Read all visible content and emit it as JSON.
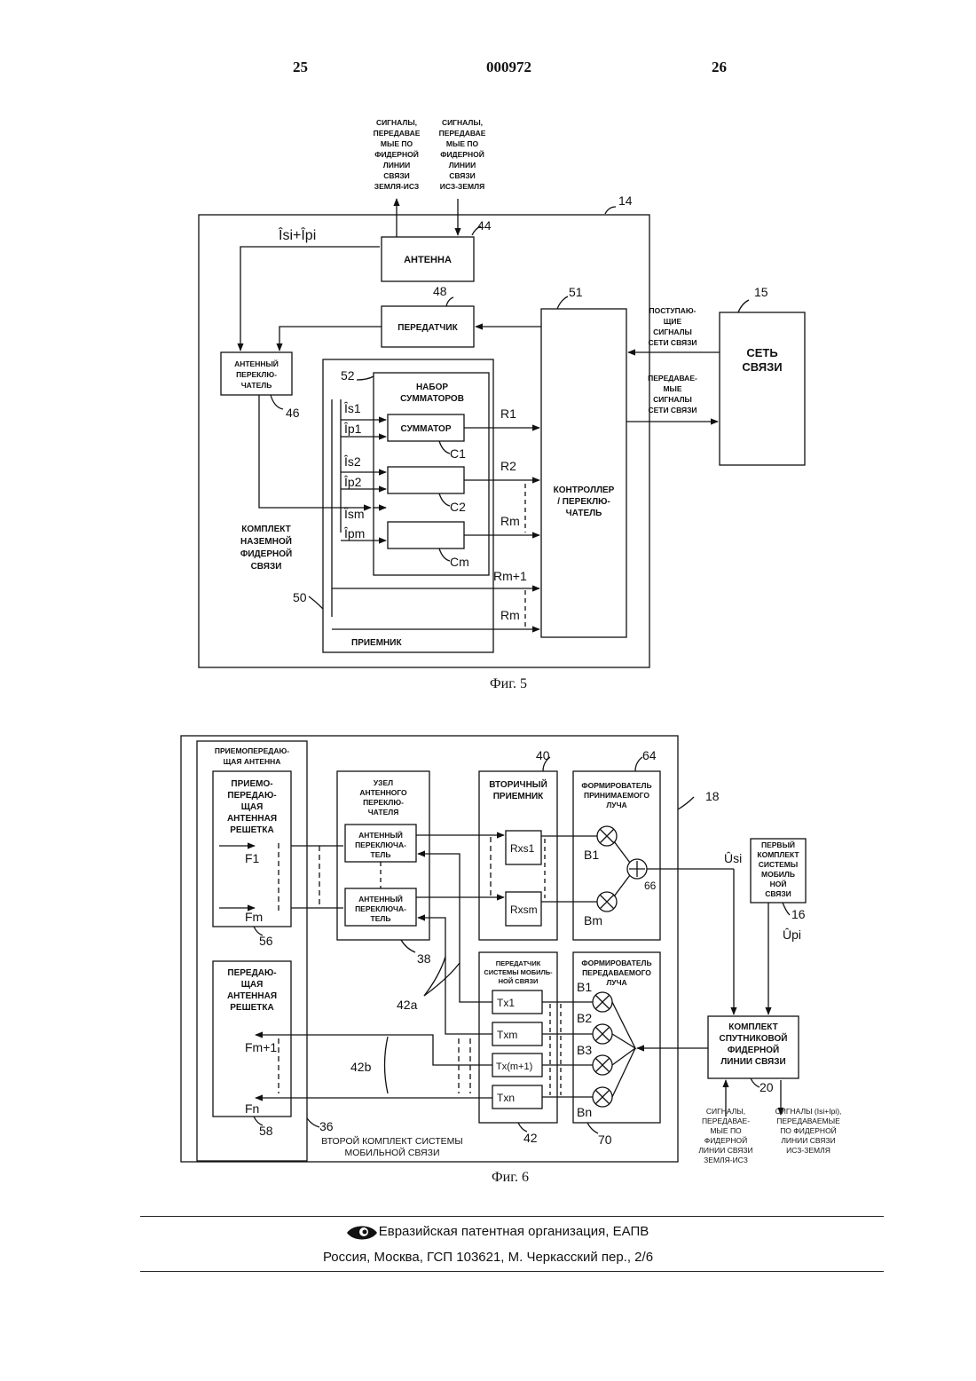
{
  "header": {
    "page_left": "25",
    "doc_number": "000972",
    "page_right": "26"
  },
  "fig5": {
    "caption": "Фиг. 5",
    "ref_14": "14",
    "ref_15": "15",
    "ref_44": "44",
    "ref_48": "48",
    "ref_51": "51",
    "ref_52": "52",
    "ref_46": "46",
    "ref_50": "50",
    "up_signals": [
      "СИГНАЛЫ,",
      "ПЕРЕДАВАЕ",
      "МЫЕ ПО",
      "ФИДЕРНОЙ",
      "ЛИНИИ",
      "СВЯЗИ",
      "ЗЕМЛЯ-ИСЗ"
    ],
    "down_signals": [
      "СИГНАЛЫ,",
      "ПЕРЕДАВАЕ",
      "МЫЕ ПО",
      "ФИДЕРНОЙ",
      "ЛИНИИ",
      "СВЯЗИ",
      "ИСЗ-ЗЕМЛЯ"
    ],
    "antenna": "АНТЕННА",
    "transmitter": "ПЕРЕДАТЧИК",
    "antenna_switch": [
      "АНТЕННЫЙ",
      "ПЕРЕКЛЮ-",
      "ЧАТЕЛЬ"
    ],
    "adder_set": [
      "НАБОР",
      "СУММАТОРОВ"
    ],
    "adder": "СУММАТОР",
    "controller": [
      "КОНТРОЛЛЕР",
      "/ ПЕРЕКЛЮ-",
      "ЧАТЕЛЬ"
    ],
    "network": [
      "СЕТЬ",
      "СВЯЗИ"
    ],
    "incoming": [
      "ПОСТУПАЮ-",
      "ЩИЕ",
      "СИГНАЛЫ",
      "СЕТИ СВЯЗИ"
    ],
    "outgoing": [
      "ПЕРЕДАВАЕ-",
      "МЫЕ",
      "СИГНАЛЫ",
      "СЕТИ СВЯЗИ"
    ],
    "ground_set": [
      "КОМПЛЕКТ",
      "НАЗЕМНОЙ",
      "ФИДЕРНОЙ",
      "СВЯЗИ"
    ],
    "receiver": "ПРИЕМНИК",
    "sum_label": "Îsi+Îpi",
    "inputs": [
      "Îs1",
      "Îp1",
      "Îs2",
      "Îp2",
      "Îsm",
      "Îpm"
    ],
    "c_labels": [
      "C1",
      "C2",
      "Cm"
    ],
    "r_labels": [
      "R1",
      "R2",
      "Rm",
      "Rm+1",
      "Rm"
    ]
  },
  "fig6": {
    "caption": "Фиг. 6",
    "ref_40": "40",
    "ref_64": "64",
    "ref_18": "18",
    "ref_16": "16",
    "ref_56": "56",
    "ref_38": "38",
    "ref_42a": "42a",
    "ref_42b": "42b",
    "ref_58": "58",
    "ref_36": "36",
    "ref_42": "42",
    "ref_70": "70",
    "ref_20": "20",
    "transceiver_antenna": [
      "ПРИЕМОПЕРЕДАЮ-",
      "ЩАЯ АНТЕННА"
    ],
    "trx_array": [
      "ПРИЕМО-",
      "ПЕРЕДАЮ-",
      "ЩАЯ",
      "АНТЕННАЯ",
      "РЕШЕТКА"
    ],
    "tx_array": [
      "ПЕРЕДАЮ-",
      "ЩАЯ",
      "АНТЕННАЯ",
      "РЕШЕТКА"
    ],
    "switch_node": [
      "УЗЕЛ",
      "АНТЕННОГО",
      "ПЕРЕКЛЮ-",
      "ЧАТЕЛЯ"
    ],
    "antenna_switch": [
      "АНТЕННЫЙ",
      "ПЕРЕКЛЮЧА-",
      "ТЕЛЬ"
    ],
    "secondary_receiver": [
      "ВТОРИЧНЫЙ",
      "ПРИЕМНИК"
    ],
    "rx_beamformer": [
      "ФОРМИРОВАТЕЛЬ",
      "ПРИНИМАЕМОГО",
      "ЛУЧА"
    ],
    "mobile_tx": [
      "ПЕРЕДАТЧИК",
      "СИСТЕМЫ МОБИЛЬ-",
      "НОЙ СВЯЗИ"
    ],
    "tx_beamformer": [
      "ФОРМИРОВАТЕЛЬ",
      "ПЕРЕДАВАЕМОГО",
      "ЛУЧА"
    ],
    "first_mobile_set": [
      "ПЕРВЫЙ",
      "КОМПЛЕКТ",
      "СИСТЕМЫ",
      "МОБИЛЬ",
      "НОЙ",
      "СВЯЗИ"
    ],
    "sat_feeder_set": [
      "КОМПЛЕКТ",
      "СПУТНИКОВОЙ",
      "ФИДЕРНОЙ",
      "ЛИНИИ СВЯЗИ"
    ],
    "second_mobile_set": [
      "ВТОРОЙ КОМПЛЕКТ СИСТЕМЫ",
      "МОБИЛЬНОЙ СВЯЗИ"
    ],
    "sig_up": [
      "СИГНАЛЫ,",
      "ПЕРЕДАВАЕ-",
      "МЫЕ   ПО",
      "ФИДЕРНОЙ",
      "ЛИНИИ СВЯЗИ",
      "ЗЕМЛЯ-ИСЗ"
    ],
    "sig_down": [
      "СИГНАЛЫ (Isi+Ipi),",
      "ПЕРЕДАВАЕМЫЕ",
      "ПО ФИДЕРНОЙ",
      "ЛИНИИ  СВЯЗИ",
      "ИСЗ-ЗЕМЛЯ"
    ],
    "f_labels": [
      "F1",
      "Fm",
      "Fm+1",
      "Fn"
    ],
    "rx_labels": [
      "Rxs1",
      "Rxsm"
    ],
    "tx_labels": [
      "Tx1",
      "Txm",
      "Tx(m+1)",
      "Txn"
    ],
    "b_rx": [
      "B1",
      "Bm"
    ],
    "b_tx": [
      "B1",
      "B2",
      "B3",
      "Bn"
    ],
    "node_66": "66",
    "u_si": "Ûsi",
    "u_pi": "Ûpi"
  },
  "footer": {
    "org": "Евразийская патентная организация, ЕАПВ",
    "address": "Россия, Москва, ГСП 103621, М. Черкасский пер., 2/6"
  }
}
